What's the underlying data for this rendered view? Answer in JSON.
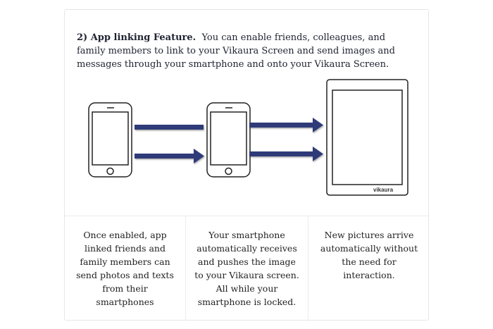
{
  "intro": {
    "heading": "2) App linking Feature.",
    "text": "You can enable friends, colleagues, and family members to link to your Vikaura Screen and send images and messages through your smartphone and onto your Vikaura Screen."
  },
  "illustration": {
    "brand_logo": "vikaura",
    "arrow_color": "#2e3a78"
  },
  "steps": [
    {
      "text": "Once enabled, app linked friends and family members can send photos and texts from their smartphones"
    },
    {
      "text": "Your smartphone automatically receives and pushes the image to your Vikaura screen.  All while your smartphone is locked."
    },
    {
      "text": "New pictures arrive automatically without the need for interaction."
    }
  ]
}
